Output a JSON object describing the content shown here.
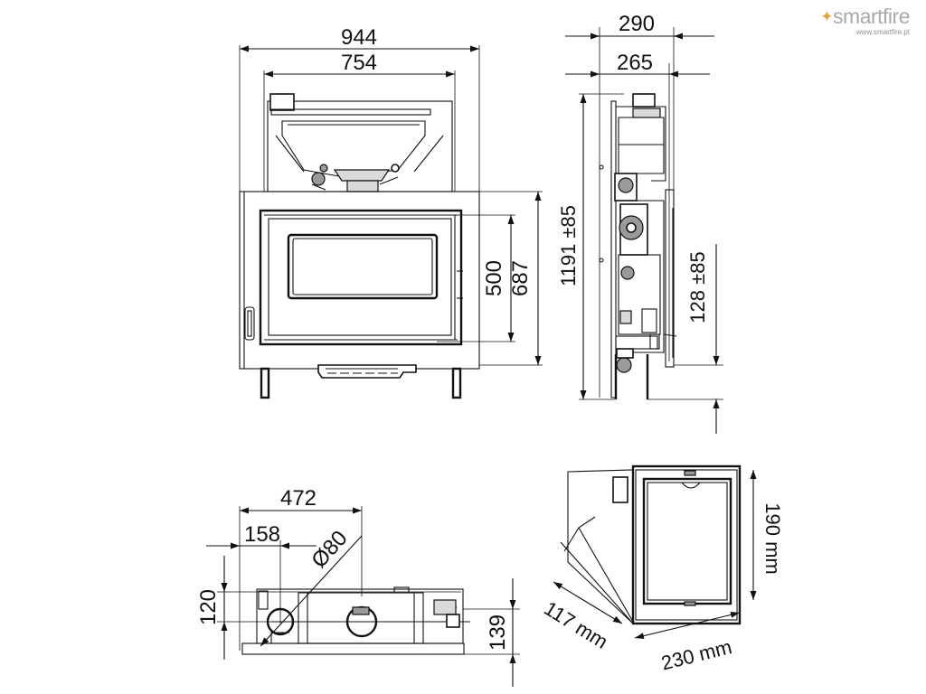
{
  "brand": {
    "name": "smartfire",
    "url": "www.smartfire.pt",
    "flame_color": "#e8a33a",
    "text_color": "#a7a9ac"
  },
  "front_view": {
    "width_outer": "944",
    "width_inner": "754",
    "height_glass": "500",
    "height_door": "687"
  },
  "side_view": {
    "depth_outer": "290",
    "depth_inner": "265",
    "total_height": "1191 ±85",
    "leg_height": "128 ±85"
  },
  "top_view": {
    "width": "472",
    "offset": "158",
    "diameter": "Ø80",
    "offset_y": "120",
    "height": "139"
  },
  "iso_view": {
    "height": "190 mm",
    "depth": "117 mm",
    "width": "230 mm"
  }
}
